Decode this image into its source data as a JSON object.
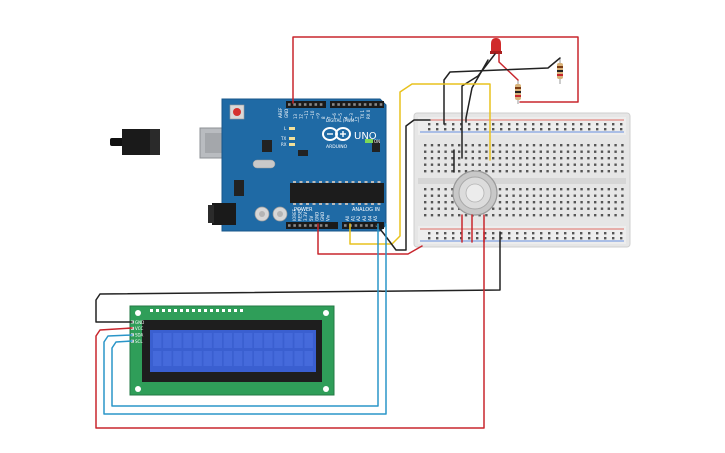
{
  "arduino": {
    "brand": "ARDUINO",
    "model": "UNO",
    "digital_header": "DIGITAL (PWM~)",
    "power_label": "POWER",
    "analog_label": "ANALOG IN",
    "on_label": "ON",
    "tx_label": "TX",
    "rx_label": "RX",
    "l_label": "L",
    "aref_label": "AREF",
    "gnd_label": "GND",
    "digital_pins": [
      "13",
      "12",
      "~11",
      "~10",
      "~9",
      "8",
      "7",
      "~6",
      "~5",
      "4",
      "~3",
      "2",
      "TX 1",
      "RX 0"
    ],
    "power_pins": [
      "IOREF",
      "RESET",
      "3.3V",
      "5V",
      "GND",
      "GND",
      "Vin"
    ],
    "analog_pins": [
      "A0",
      "A1",
      "A2",
      "A3",
      "A4",
      "A5"
    ]
  },
  "lcd": {
    "pin_labels": [
      "GND",
      "VCC",
      "SDA",
      "SCL"
    ]
  },
  "colors": {
    "wire_red": "#c8262d",
    "wire_black": "#222222",
    "wire_yellow": "#e8c21e",
    "wire_blue": "#2a95c8",
    "board_blue": "#1f6aa5",
    "pcb_green": "#2f9e59",
    "lcd_screen": "#3a5fd0"
  }
}
